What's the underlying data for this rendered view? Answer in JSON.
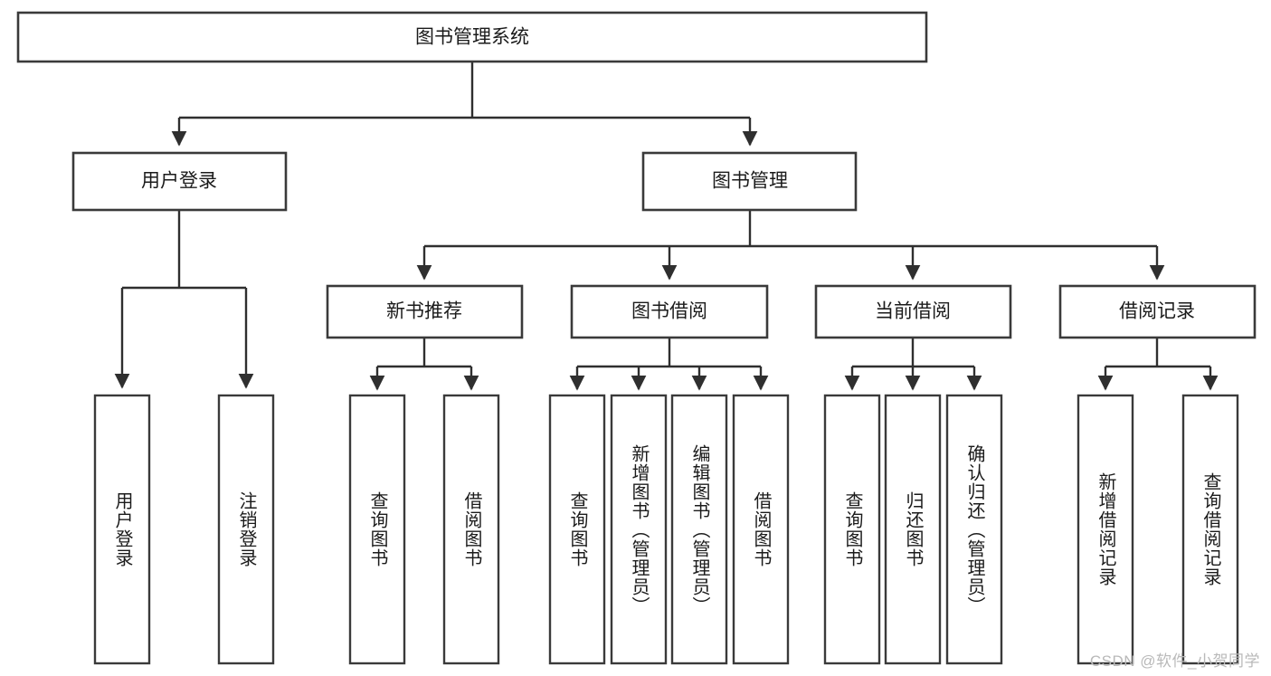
{
  "diagram": {
    "type": "tree",
    "title": "图书管理系统",
    "watermark": "CSDN @软件_小贺同学",
    "colors": {
      "box_stroke": "#3a3a3a",
      "link_stroke": "#2f2f2f",
      "box_fill": "#ffffff",
      "text": "#1b1b1b",
      "watermark": "#b9b9b9"
    },
    "root": {
      "id": "root",
      "label": "图书管理系统"
    },
    "level1": [
      {
        "id": "user-login",
        "label": "用户登录"
      },
      {
        "id": "book-manage",
        "label": "图书管理"
      }
    ],
    "level2": [
      {
        "id": "new-book-recommend",
        "label": "新书推荐",
        "parent": "book-manage"
      },
      {
        "id": "book-borrow",
        "label": "图书借阅",
        "parent": "book-manage"
      },
      {
        "id": "current-borrow",
        "label": "当前借阅",
        "parent": "book-manage"
      },
      {
        "id": "borrow-record",
        "label": "借阅记录",
        "parent": "book-manage"
      }
    ],
    "leaves": {
      "user_login": [
        {
          "id": "leaf-user-login",
          "label": "用户登录"
        },
        {
          "id": "leaf-user-logout",
          "label": "注销登录"
        }
      ],
      "new_book_recommend": [
        {
          "id": "leaf-query-book-1",
          "label": "查询图书"
        },
        {
          "id": "leaf-borrow-book-1",
          "label": "借阅图书"
        }
      ],
      "book_borrow": [
        {
          "id": "leaf-query-book-2",
          "label": "查询图书"
        },
        {
          "id": "leaf-add-book",
          "label": "新增图书（管理员）"
        },
        {
          "id": "leaf-edit-book",
          "label": "编辑图书（管理员）"
        },
        {
          "id": "leaf-borrow-book-2",
          "label": "借阅图书"
        }
      ],
      "current_borrow": [
        {
          "id": "leaf-query-book-3",
          "label": "查询图书"
        },
        {
          "id": "leaf-return-book",
          "label": "归还图书"
        },
        {
          "id": "leaf-confirm-return",
          "label": "确认归还（管理员）"
        }
      ],
      "borrow_record": [
        {
          "id": "leaf-add-record",
          "label": "新增借阅记录"
        },
        {
          "id": "leaf-query-record",
          "label": "查询借阅记录"
        }
      ]
    }
  }
}
